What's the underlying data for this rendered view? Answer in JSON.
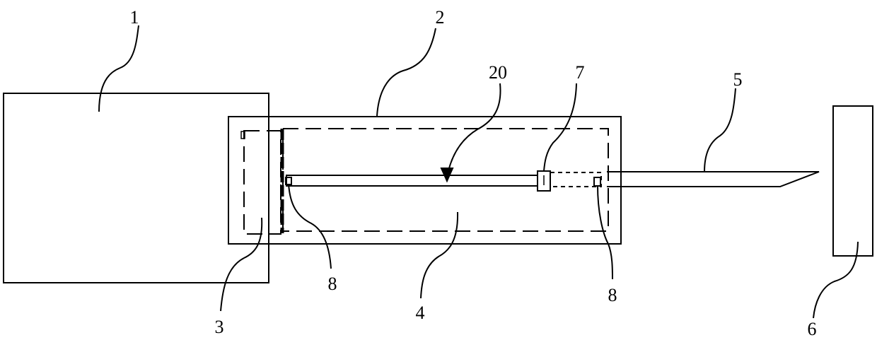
{
  "labels": {
    "l1": "1",
    "l2": "2",
    "l20": "20",
    "l7": "7",
    "l5": "5",
    "l3": "3",
    "l8a": "8",
    "l4": "4",
    "l8b": "8",
    "l6": "6"
  },
  "colors": {
    "stroke": "#000000",
    "background": "#ffffff"
  }
}
